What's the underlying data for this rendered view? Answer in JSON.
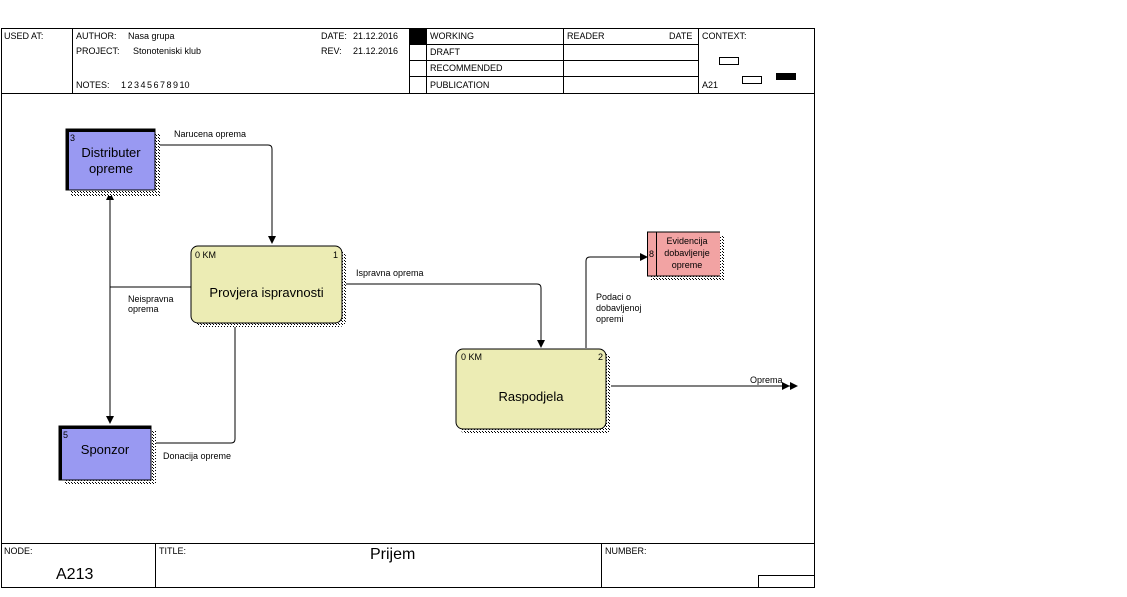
{
  "header": {
    "used_at_label": "USED AT:",
    "author_label": "AUTHOR:",
    "author_value": "Nasa grupa",
    "project_label": "PROJECT:",
    "project_value": "Stonoteniski klub",
    "notes_label": "NOTES:",
    "notes_value": "1  2  3  4  5  6  7  8  9  10",
    "date_label": "DATE:",
    "date_value": "21.12.2016",
    "rev_label": "REV:",
    "rev_value": "21.12.2016",
    "status_items": [
      "WORKING",
      "DRAFT",
      "RECOMMENDED",
      "PUBLICATION"
    ],
    "reader_label": "READER",
    "reader_date_label": "DATE",
    "context_label": "CONTEXT:",
    "context_node": "A21"
  },
  "diagram": {
    "activities": [
      {
        "title": "Provjera ispravnosti",
        "cost": "0 KM",
        "number": "1"
      },
      {
        "title": "Raspodjela",
        "cost": "0 KM",
        "number": "2"
      }
    ],
    "externals": [
      {
        "title": "Distributer opreme",
        "number": "3"
      },
      {
        "title": "Sponzor",
        "number": "5"
      }
    ],
    "datastore": {
      "title": "Evidencija dobavljenje opreme",
      "number": "8"
    },
    "flows": {
      "narucena": "Narucena oprema",
      "ispravna": "Ispravna oprema",
      "neispravna": "Neispravna\noprema",
      "donacija": "Donacija opreme",
      "podaci": "Podaci o\ndobavljenoj\nopremi",
      "oprema": "Oprema"
    }
  },
  "footer": {
    "node_label": "NODE:",
    "node_value": "A213",
    "title_label": "TITLE:",
    "title_value": "Prijem",
    "number_label": "NUMBER:"
  },
  "colors": {
    "activity_fill": "#ECECB4",
    "external_fill": "#9999F2",
    "datastore_fill": "#F2A3A3"
  }
}
